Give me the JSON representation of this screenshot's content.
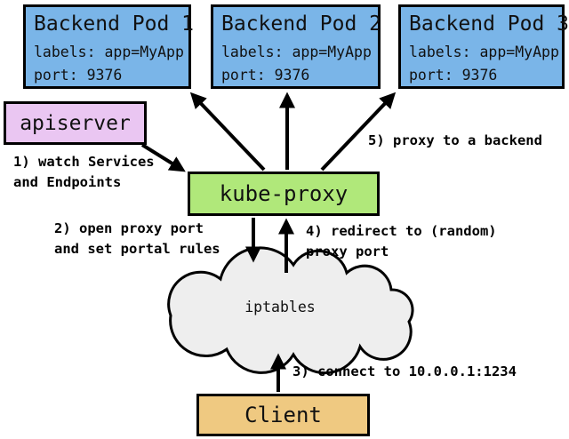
{
  "colors": {
    "pod_fill": "#7ab5e8",
    "apiserver_fill": "#eac6f2",
    "kube_proxy_fill": "#b0e87a",
    "cloud_fill": "#eeeeee",
    "client_fill": "#efc981",
    "border": "#000000"
  },
  "nodes": {
    "pod1": {
      "title": "Backend Pod 1",
      "labels": "labels: app=MyApp",
      "port": "port: 9376"
    },
    "pod2": {
      "title": "Backend Pod 2",
      "labels": "labels: app=MyApp",
      "port": "port: 9376"
    },
    "pod3": {
      "title": "Backend Pod 3",
      "labels": "labels: app=MyApp",
      "port": "port: 9376"
    },
    "apiserver": {
      "label": "apiserver"
    },
    "kube_proxy": {
      "label": "kube-proxy"
    },
    "iptables": {
      "label": "iptables"
    },
    "client": {
      "label": "Client"
    }
  },
  "annotations": {
    "step1": "1) watch Services\nand Endpoints",
    "step2": "2) open proxy port\nand set portal rules",
    "step3": "3) connect to 10.0.0.1:1234",
    "step4": "4) redirect to (random)\nproxy port",
    "step5": "5) proxy to a backend"
  }
}
